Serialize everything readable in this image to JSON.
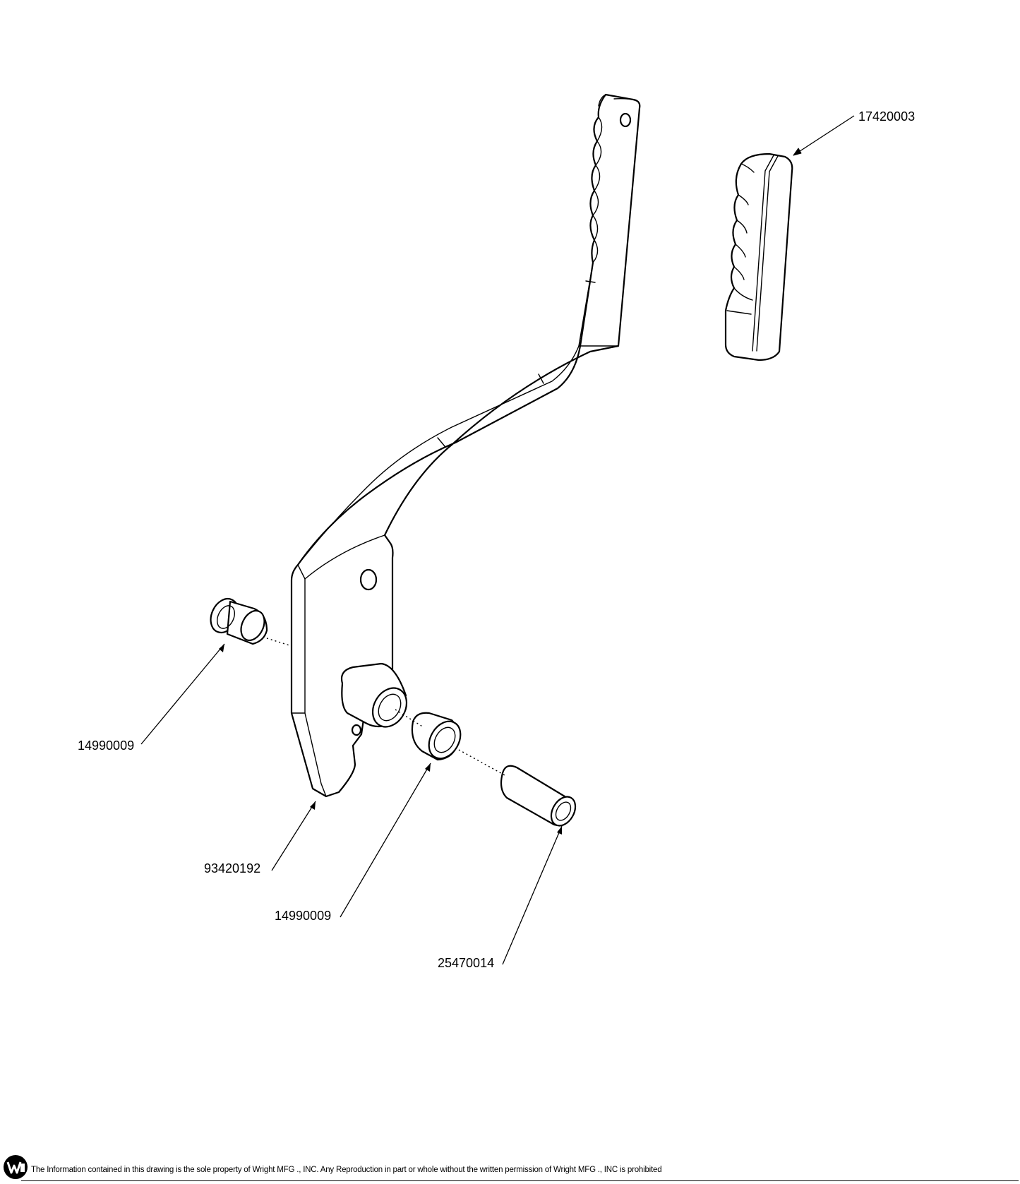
{
  "callouts": {
    "grip": "17420003",
    "bushing_left": "14990009",
    "lever": "93420192",
    "bushing_right": "14990009",
    "spacer": "25470014"
  },
  "footer": {
    "notice": "The Information contained in this drawing is the sole property of Wright MFG ., INC. Any Reproduction in part or whole without the written permission of Wright MFG ., INC is prohibited"
  },
  "logo": {
    "name": "wright-logo",
    "lettering": "W"
  }
}
